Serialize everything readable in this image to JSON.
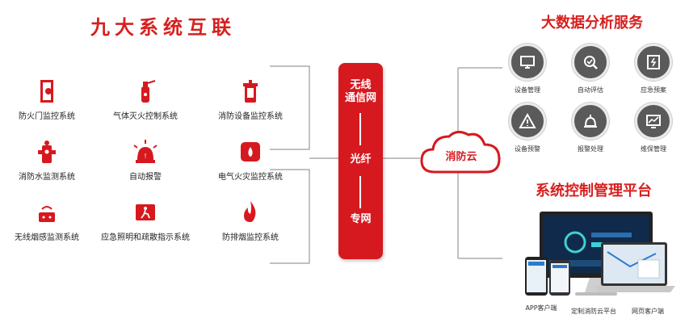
{
  "left_title": "九大系统互联",
  "systems": [
    {
      "label": "防火门监控系统",
      "icon": "fire-door-icon"
    },
    {
      "label": "气体灭火控制系统",
      "icon": "fire-extinguisher-icon"
    },
    {
      "label": "消防设备监控系统",
      "icon": "fire-hydrant-icon"
    },
    {
      "label": "消防水监测系统",
      "icon": "water-hydrant-icon"
    },
    {
      "label": "自动报警",
      "icon": "alarm-light-icon"
    },
    {
      "label": "电气火灾监控系统",
      "icon": "electrical-fire-icon"
    },
    {
      "label": "无线烟感监测系统",
      "icon": "smoke-detector-icon"
    },
    {
      "label": "应急照明和疏散指示系统",
      "icon": "exit-sign-icon"
    },
    {
      "label": "防排烟监控系统",
      "icon": "flame-icon"
    }
  ],
  "center": {
    "line1": "无线",
    "line2": "通信网",
    "line3": "光纤",
    "line4": "专网"
  },
  "cloud_label": "消防云",
  "right_title1": "大数据分析服务",
  "services": [
    {
      "label": "设备管理",
      "icon": "monitor-icon"
    },
    {
      "label": "自动评估",
      "icon": "magnifier-check-icon"
    },
    {
      "label": "应急预案",
      "icon": "document-plan-icon"
    },
    {
      "label": "设备预警",
      "icon": "warning-triangle-icon"
    },
    {
      "label": "报警处理",
      "icon": "alarm-bell-icon"
    },
    {
      "label": "维保管理",
      "icon": "trend-chart-icon"
    }
  ],
  "right_title2": "系统控制管理平台",
  "platforms": [
    {
      "label": "APP客户端"
    },
    {
      "label": "定制消防云平台"
    },
    {
      "label": "网页客户端"
    }
  ],
  "colors": {
    "brand_red": "#d6191f",
    "title_red": "#d7201f",
    "icon_gray": "#5a5a5a"
  }
}
